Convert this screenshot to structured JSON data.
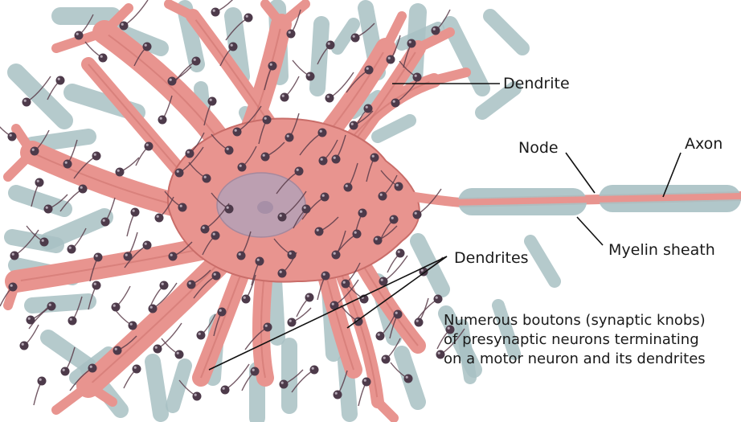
{
  "labels": {
    "dendrite": "Dendrite",
    "node": "Node",
    "axon": "Axon",
    "myelin_sheath": "Myelin sheath",
    "dendrites": "Dendrites"
  },
  "caption": [
    "Numerous boutons (synaptic knobs)",
    "of presynaptic neurons terminating",
    "on a motor neuron and its dendrites"
  ],
  "colors": {
    "neuron": "#e8948f",
    "neuron_dark": "#c96d69",
    "myelin": "#a9c1c4",
    "bouton": "#4d3a4a",
    "nucleus": "#b5a2b8",
    "leader_line": "#111111"
  }
}
